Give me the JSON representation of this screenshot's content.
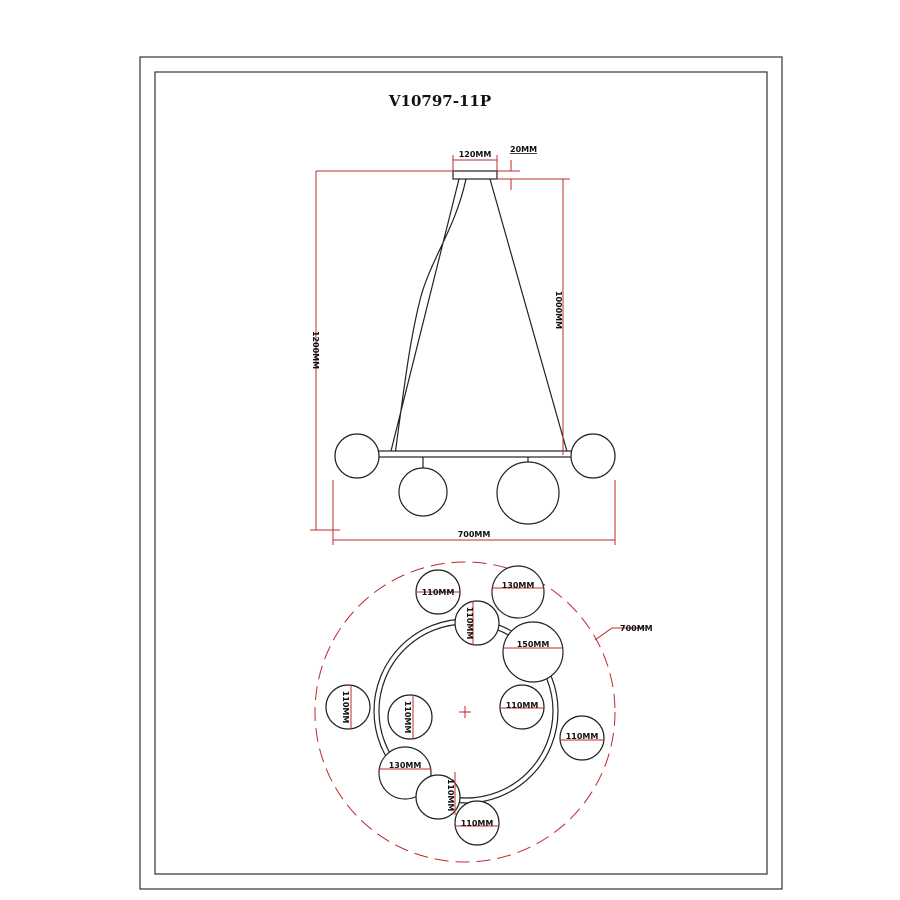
{
  "title": "V10797-11P",
  "side_view": {
    "canopy_width": "120MM",
    "canopy_height": "20MM",
    "total_height": "1200MM",
    "cable_length": "1000MM",
    "width": "700MM"
  },
  "top_view": {
    "diameter": "700MM",
    "globe_labels": [
      "110MM",
      "130MM",
      "150MM",
      "110MM",
      "110MM",
      "110MM",
      "110MM",
      "110MM",
      "130MM",
      "110MM",
      "110MM"
    ]
  },
  "colors": {
    "dimension": "#c0282c",
    "line": "#222222"
  }
}
